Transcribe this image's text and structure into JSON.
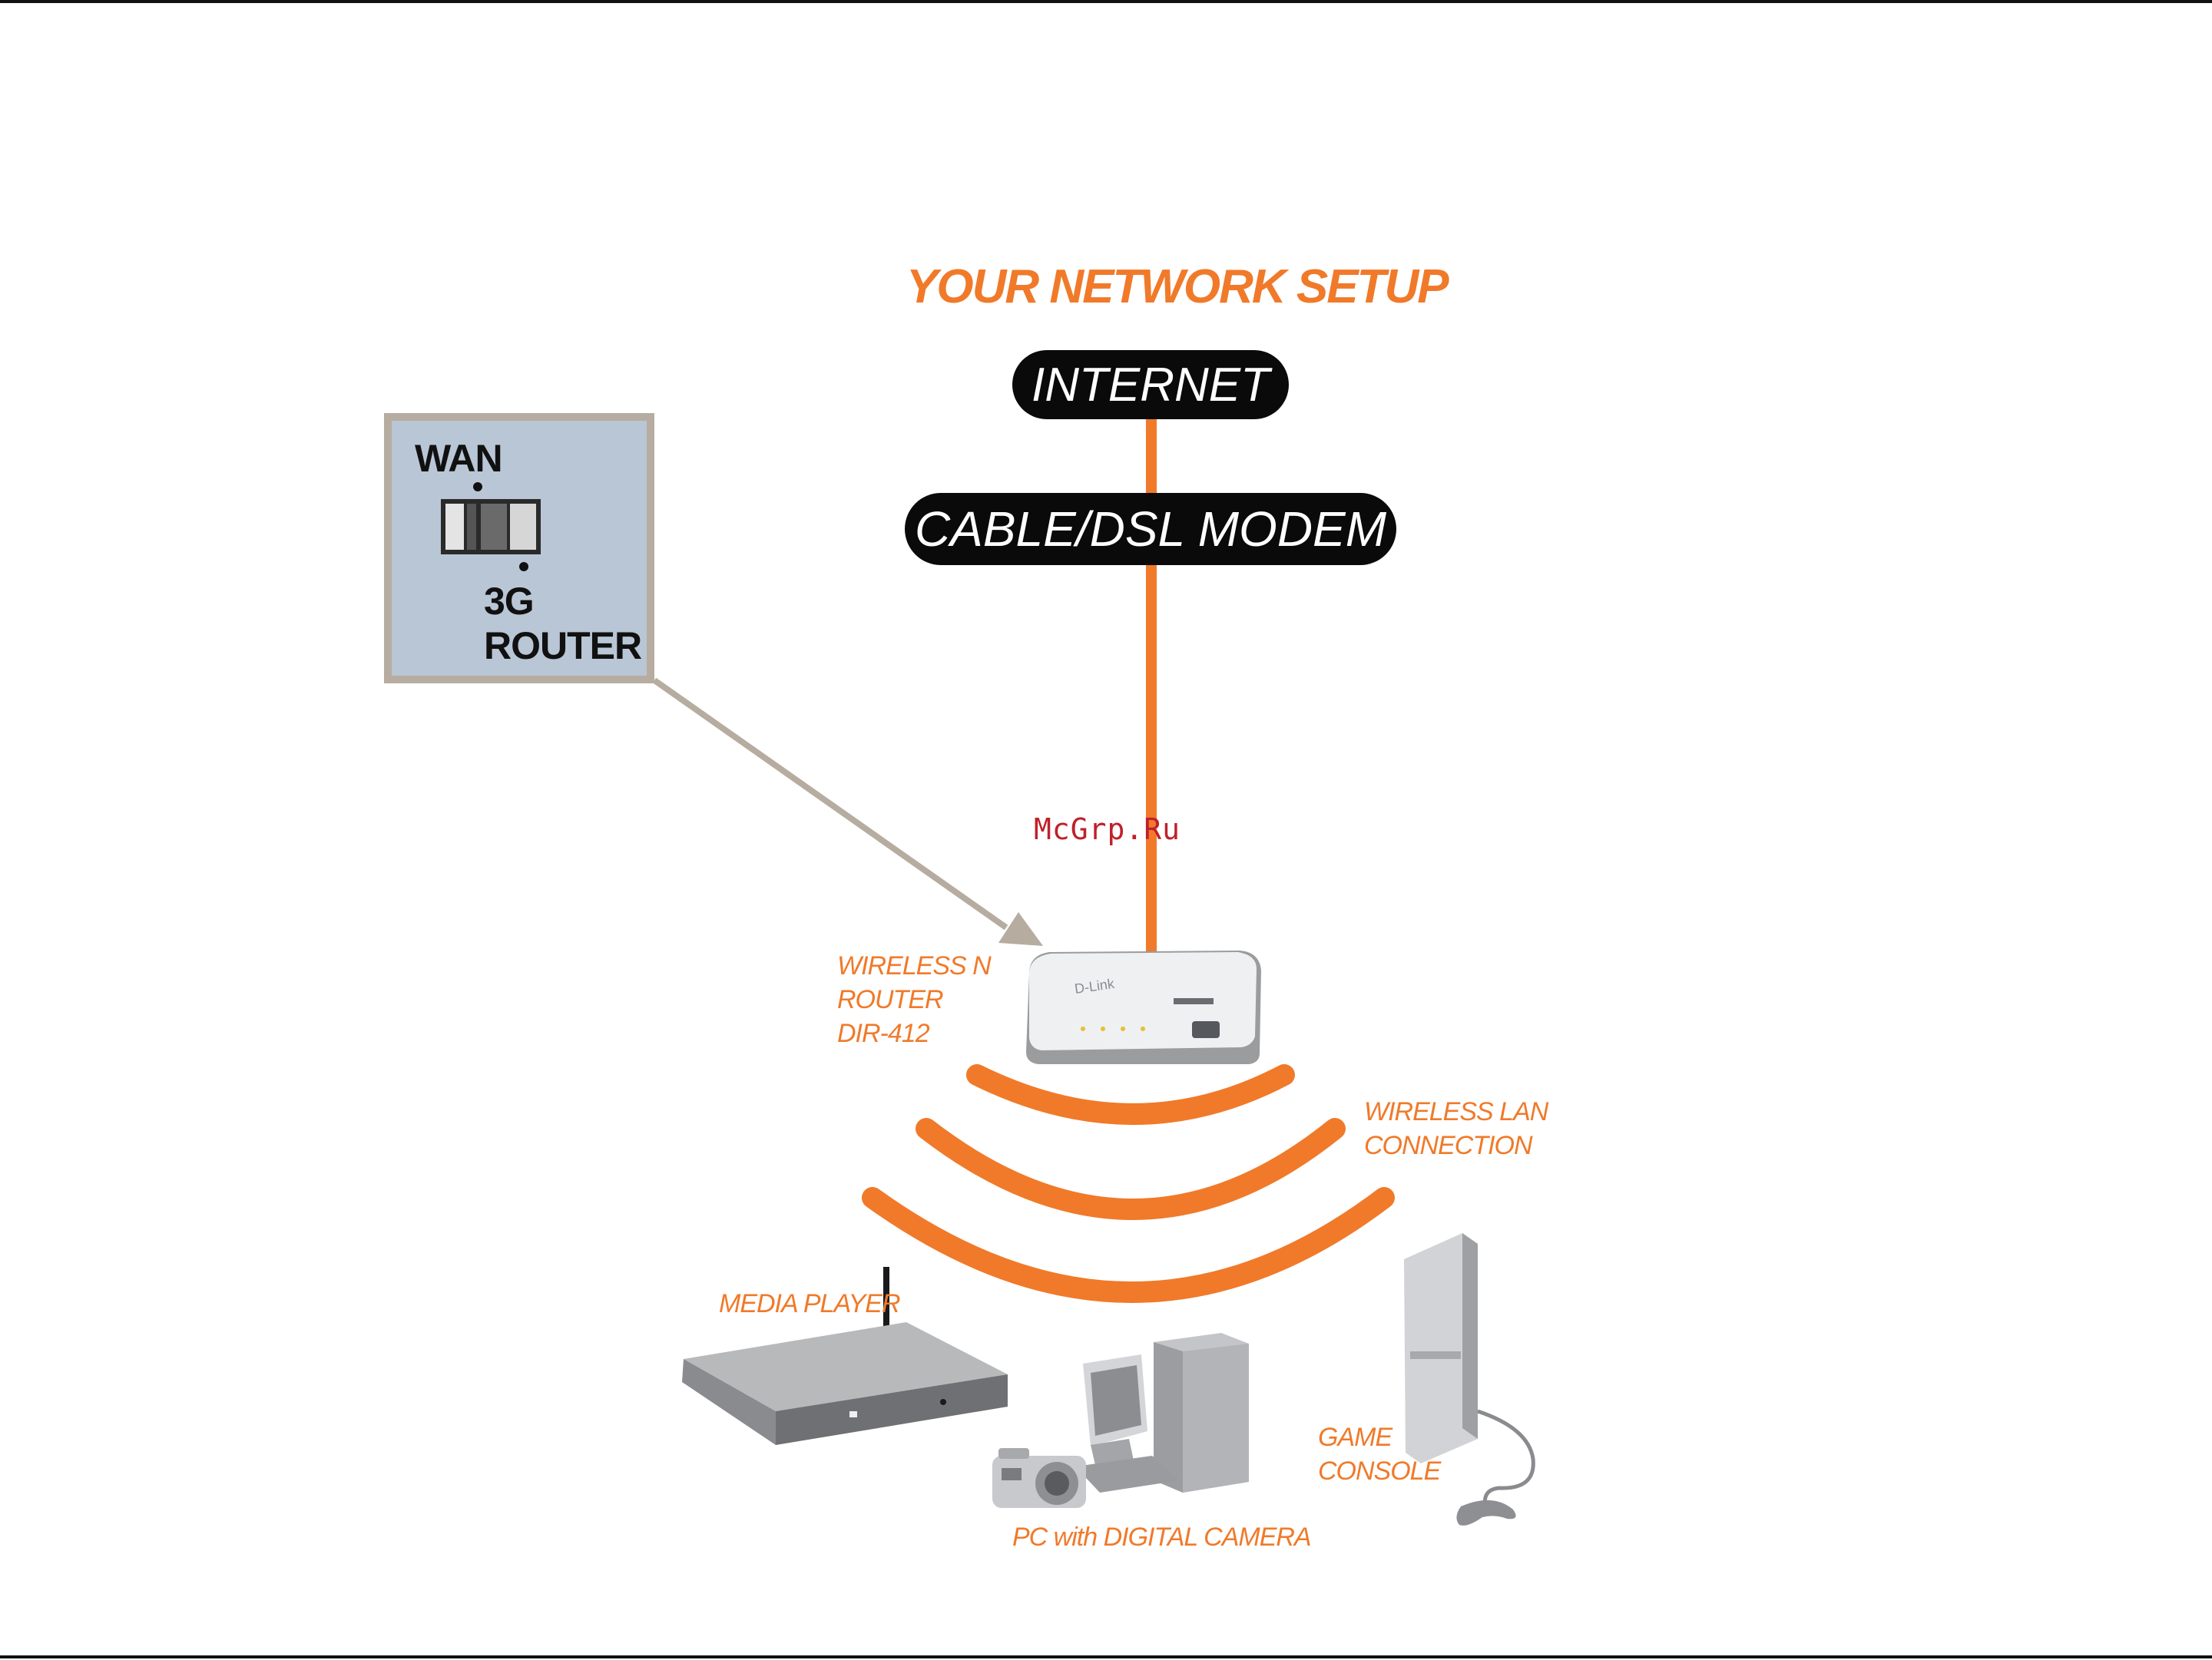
{
  "title": "YOUR NETWORK SETUP",
  "nodes": {
    "internet": "INTERNET",
    "modem": "CABLE/DSL MODEM"
  },
  "inset": {
    "top_label": "WAN",
    "bottom_label_1": "3G",
    "bottom_label_2": "ROUTER"
  },
  "watermark": "McGrp.Ru",
  "labels": {
    "router": [
      "WIRELESS N",
      "ROUTER",
      "DIR-412"
    ],
    "wireless_lan": [
      "WIRELESS LAN",
      "CONNECTION"
    ],
    "media_player": "MEDIA PLAYER",
    "pc": "PC with DIGITAL CAMERA",
    "game_console": [
      "GAME",
      "CONSOLE"
    ]
  },
  "colors": {
    "accent": "#f07a2a",
    "pill": "#0a0a0a",
    "inset_border": "#b6aca0",
    "inset_bg": "#b9c6d6",
    "watermark": "#c0202a"
  },
  "icons": {
    "router": "router-icon",
    "media_player": "media-player-icon",
    "pc": "desktop-pc-icon",
    "camera": "digital-camera-icon",
    "game_console": "game-console-icon",
    "switch": "toggle-switch-icon",
    "wireless": "wireless-waves-icon"
  }
}
